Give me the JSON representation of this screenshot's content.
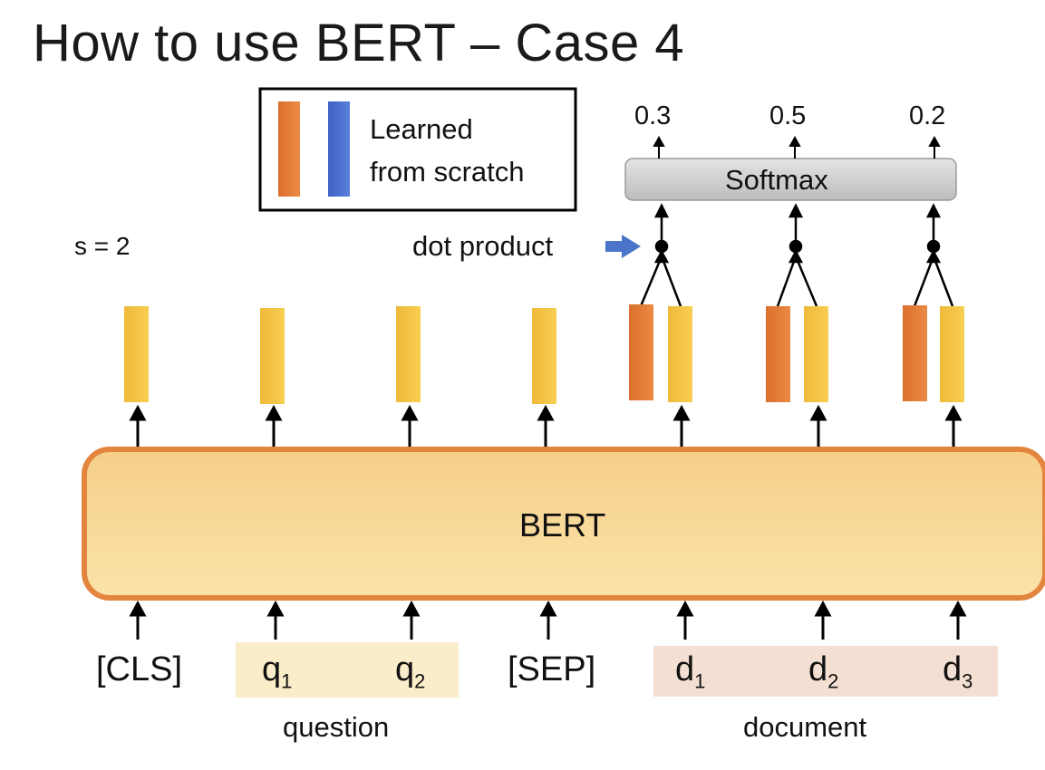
{
  "title": "How to use BERT – Case 4",
  "legend": {
    "line1": "Learned",
    "line2": "from scratch",
    "colors": {
      "orange": "#e07b3a",
      "blue": "#4a6fd0"
    }
  },
  "s_label": "s = 2",
  "dot_product_label": "dot product",
  "softmax_label": "Softmax",
  "scores": [
    "0.3",
    "0.5",
    "0.2"
  ],
  "bert_label": "BERT",
  "tokens": {
    "cls": "[CLS]",
    "q1": {
      "base": "q",
      "sub": "1"
    },
    "q2": {
      "base": "q",
      "sub": "2"
    },
    "sep": "[SEP]",
    "d1": {
      "base": "d",
      "sub": "1"
    },
    "d2": {
      "base": "d",
      "sub": "2"
    },
    "d3": {
      "base": "d",
      "sub": "3"
    }
  },
  "group_labels": {
    "question": "question",
    "document": "document"
  },
  "colors": {
    "output_vector": "#f2c142",
    "start_vector": "#e07b3a",
    "bert_fill": "#f8d596",
    "bert_border": "#e3853f",
    "question_bg": "#fbedc9",
    "document_bg": "#f4e0d2",
    "softmax_fill": "#cfcfcf",
    "dot_arrow": "#4a75c9"
  }
}
